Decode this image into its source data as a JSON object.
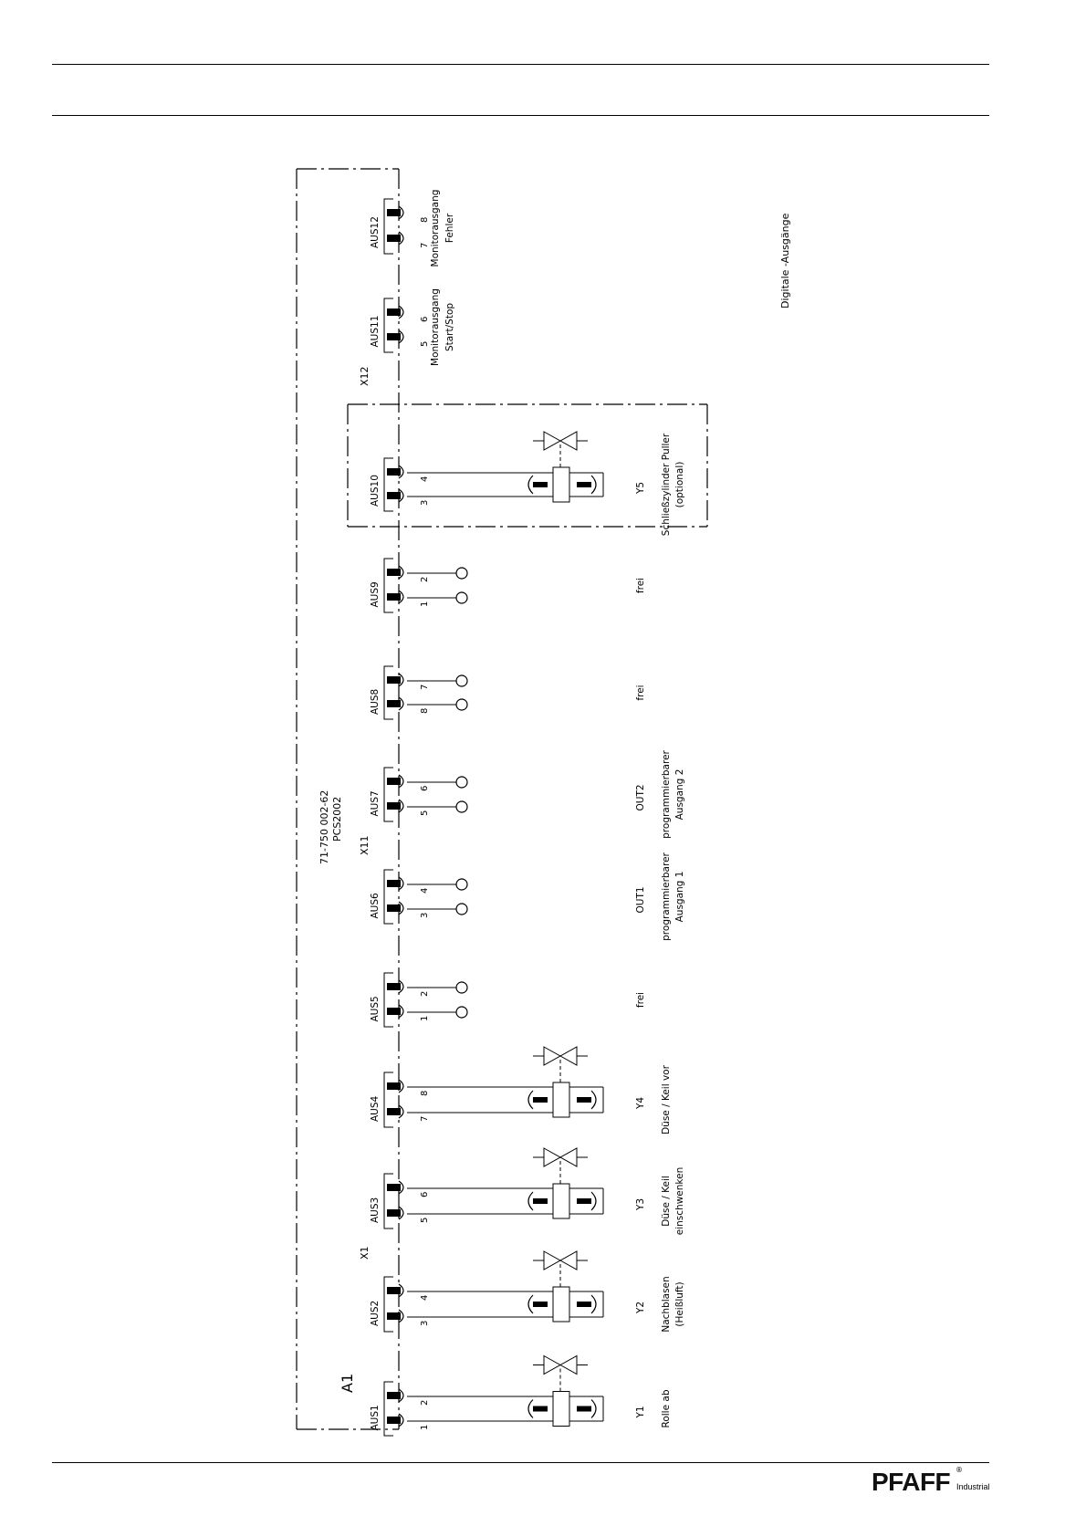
{
  "brand": {
    "name": "PFAFF",
    "registered": "®",
    "subtitle": "Industrial"
  },
  "diagram": {
    "title": "Digitale -Ausgänge",
    "unit_label": "A1",
    "controller": {
      "part_no": "71-750 002-62",
      "model": "PCS2002"
    },
    "connectors": {
      "x1": "X1",
      "x11": "X11",
      "x12": "X12"
    },
    "outputs": [
      {
        "id": "AUS1",
        "pin_a": "1",
        "pin_b": "2",
        "device": "Y1",
        "desc1": "Rolle ab",
        "desc2": ""
      },
      {
        "id": "AUS2",
        "pin_a": "3",
        "pin_b": "4",
        "device": "Y2",
        "desc1": "Nachblasen",
        "desc2": "(Heißluft)"
      },
      {
        "id": "AUS3",
        "pin_a": "5",
        "pin_b": "6",
        "device": "Y3",
        "desc1": "Düse / Keil",
        "desc2": "einschwenken"
      },
      {
        "id": "AUS4",
        "pin_a": "7",
        "pin_b": "8",
        "device": "Y4",
        "desc1": "Düse / Keil vor",
        "desc2": ""
      },
      {
        "id": "AUS5",
        "pin_a": "1",
        "pin_b": "2",
        "device": "",
        "desc1": "frei",
        "desc2": ""
      },
      {
        "id": "AUS6",
        "pin_a": "3",
        "pin_b": "4",
        "device": "OUT1",
        "desc1": "programmierbarer",
        "desc2": "Ausgang 1"
      },
      {
        "id": "AUS7",
        "pin_a": "5",
        "pin_b": "6",
        "device": "OUT2",
        "desc1": "programmierbarer",
        "desc2": "Ausgang 2"
      },
      {
        "id": "AUS8",
        "pin_a": "8",
        "pin_b": "7",
        "device": "",
        "desc1": "frei",
        "desc2": ""
      },
      {
        "id": "AUS9",
        "pin_a": "1",
        "pin_b": "2",
        "device": "",
        "desc1": "frei",
        "desc2": ""
      },
      {
        "id": "AUS10",
        "pin_a": "3",
        "pin_b": "4",
        "device": "Y5",
        "desc1": "Schließzylinder Puller",
        "desc2": "(optional)"
      },
      {
        "id": "AUS11",
        "pin_a": "5",
        "pin_b": "6",
        "device": "",
        "desc1": "Monitorausgang",
        "desc2": "Start/Stop"
      },
      {
        "id": "AUS12",
        "pin_a": "7",
        "pin_b": "8",
        "device": "",
        "desc1": "Monitorausgang",
        "desc2": "Fehler"
      }
    ]
  }
}
